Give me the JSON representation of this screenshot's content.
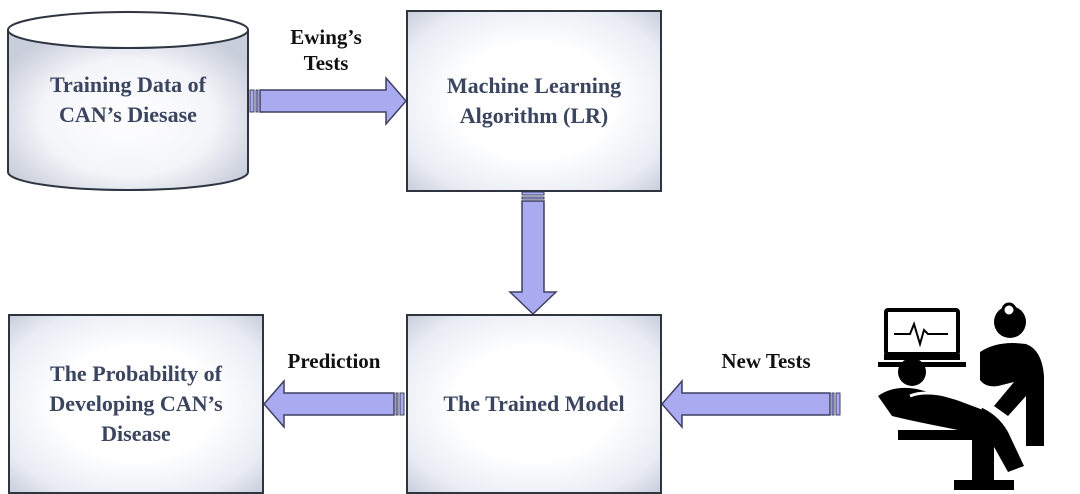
{
  "nodes": {
    "training_data": "Training Data of\nCAN’s Diesase",
    "ml_algorithm": "Machine Learning\nAlgorithm (LR)",
    "trained_model": "The Trained Model",
    "probability": "The Probability of\nDeveloping CAN’s\nDisease"
  },
  "edge_labels": {
    "ewing_tests": "Ewing’s\nTests",
    "prediction": "Prediction",
    "new_tests": "New Tests"
  },
  "icons": {
    "patient": "doctor-patient-monitor-icon"
  },
  "colors": {
    "arrow_fill": "#aaaaf0",
    "arrow_stroke": "#3d4060",
    "node_text": "#3b4560",
    "border": "#2e3440"
  }
}
